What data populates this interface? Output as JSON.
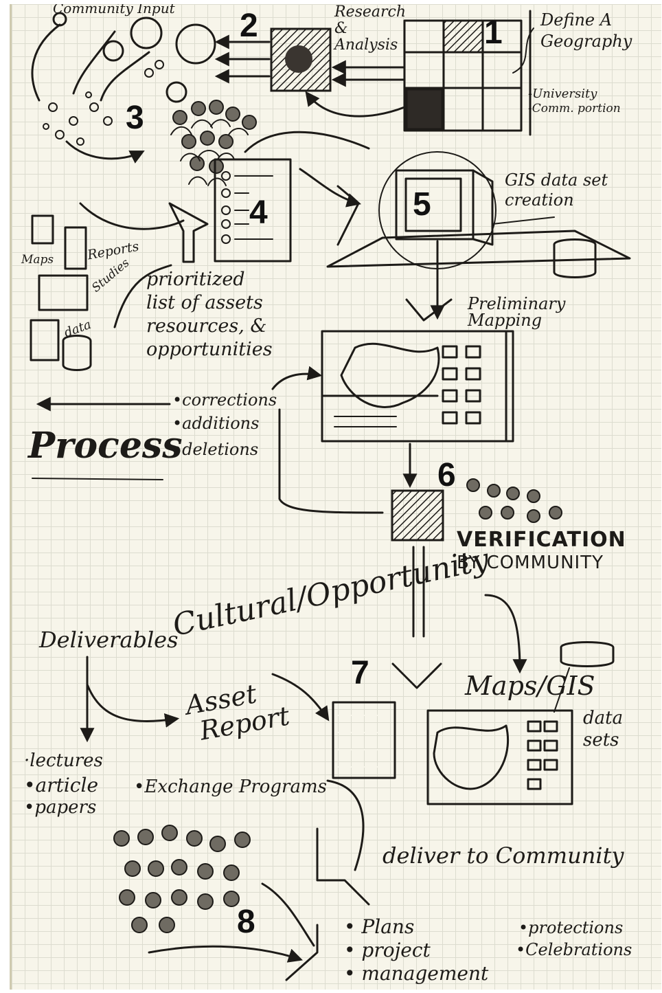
{
  "step_numbers": [
    "1",
    "2",
    "3",
    "4",
    "5",
    "6",
    "7",
    "8"
  ],
  "labels": {
    "community_input": "Community Input",
    "research_analysis": "Research & Analysis",
    "define_geography": "Define A Geography",
    "university_portion": "-University",
    "community_portion": "-Comm. portion",
    "gis_data": "GIS data set creation",
    "maps": "Maps",
    "reports": "Reports",
    "studies": "Studies",
    "data": "data",
    "prioritized_list": [
      "prioritized",
      "list of assets",
      "resources, &",
      "opportunities"
    ],
    "corrections": "•corrections",
    "additions": "•additions",
    "deletions": "•deletions",
    "process": "Process",
    "preliminary_mapping": "Preliminary Mapping",
    "verification": [
      "VERIFICATION",
      "BY COMMUNITY"
    ],
    "cultural_opportunity": "Cultural/Opportunity",
    "deliverables": "Deliverables",
    "asset_report": [
      "Asset",
      "Report"
    ],
    "maps_gis": "Maps/GIS",
    "data_sets": [
      "data",
      "sets"
    ],
    "lectures": "·lectures",
    "article": "•article",
    "papers": "•papers",
    "exchange_programs": "•Exchange Programs",
    "deliver_to_community": "deliver to Community",
    "plans": "• Plans",
    "project": "• project",
    "management": "• management",
    "protections": "•protections",
    "celebrations": "•Celebrations"
  },
  "colors": {
    "ink": "#1d1b18",
    "paper": "#f7f5ea",
    "grid": "#dcdccf"
  }
}
